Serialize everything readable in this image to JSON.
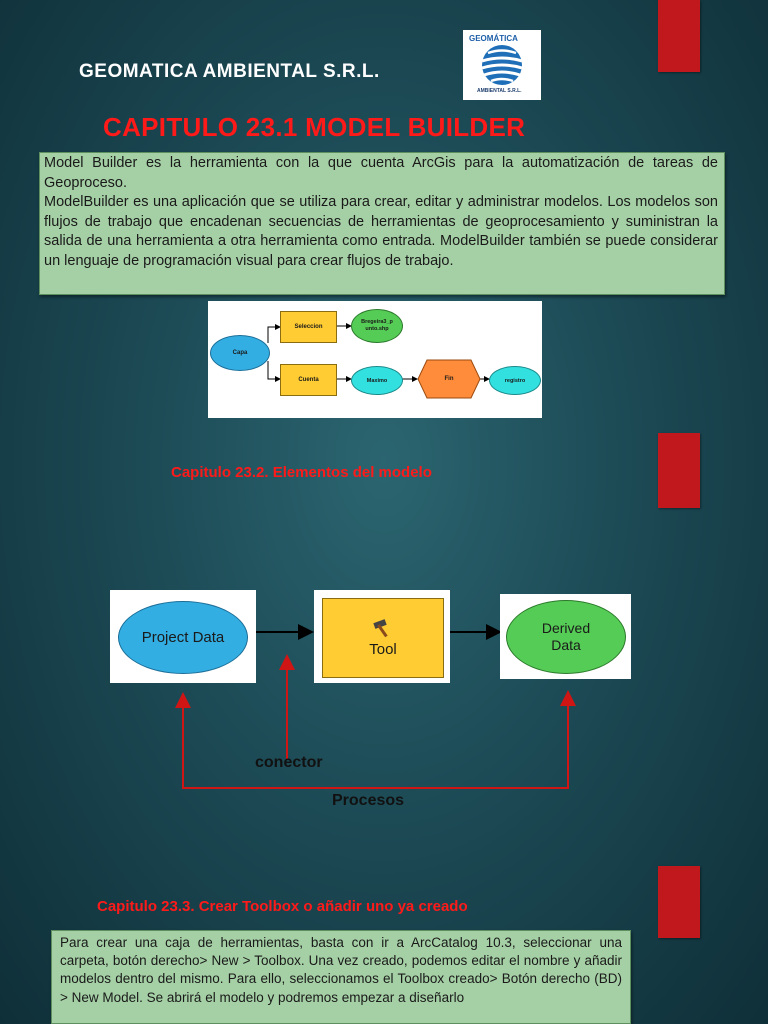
{
  "header": {
    "company": "GEOMATICA AMBIENTAL S.R.L.",
    "logo_top_text": "GEOMÁTICA",
    "logo_bottom_text": "AMBIENTAL S.R.L."
  },
  "section1": {
    "title": "CAPITULO 23.1 MODEL BUILDER",
    "paragraph_1": "Model Builder es la herramienta con la que cuenta  ArcGis para la automatización de tareas de Geoproceso.",
    "paragraph_2": "ModelBuilder es una aplicación que se utiliza para crear, editar y administrar modelos. Los modelos son flujos de trabajo que encadenan secuencias de herramientas de geoprocesamiento y suministran la salida de una herramienta a otra herramienta como entrada. ModelBuilder también se puede considerar un lenguaje de programación visual para crear flujos de trabajo.",
    "model_diagram": {
      "input": "Capa",
      "tool_1": "Seleccion",
      "output_1": "Bregeira3_p unto.shp",
      "tool_2": "Cuenta",
      "intermediate": "Maximo",
      "iterator": "Fin",
      "output_2": "registro"
    }
  },
  "section2": {
    "title": "Capitulo 23.2. Elementos del modelo",
    "project_data": "Project Data",
    "tool": "Tool",
    "derived_data_line1": "Derived",
    "derived_data_line2": "Data",
    "connector_label": "conector",
    "processes_label": "Procesos"
  },
  "section3": {
    "title": "Capitulo 23.3. Crear Toolbox o añadir uno ya creado",
    "paragraph": "Para crear una caja de herramientas, basta con ir a ArcCatalog 10.3, seleccionar una carpeta, botón derecho> New > Toolbox. Una vez creado, podemos editar el nombre y añadir modelos dentro del mismo. Para ello, seleccionamos el Toolbox creado> Botón derecho (BD) > New Model. Se abrirá el modelo y podremos empezar a diseñarlo"
  },
  "colors": {
    "accent_red": "#c0181c",
    "title_red": "#ff1a1a",
    "textbox_green": "#a5d0a5",
    "oval_blue": "#33aee2",
    "tool_yellow": "#ffcc33",
    "oval_green": "#55cc55",
    "hex_orange": "#ff8c3a"
  }
}
